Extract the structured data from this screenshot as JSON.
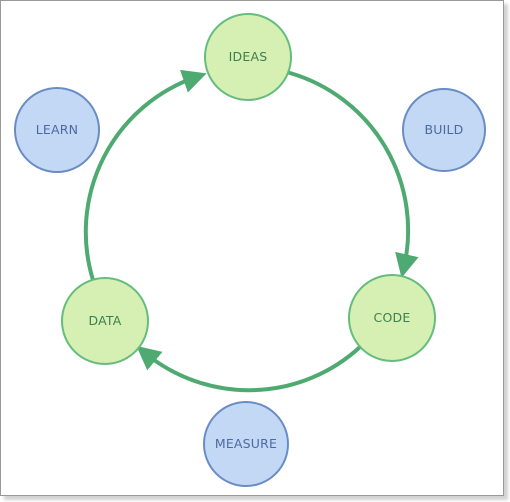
{
  "diagram": {
    "cycle_nodes": [
      {
        "id": "ideas",
        "label": "IDEAS"
      },
      {
        "id": "code",
        "label": "CODE"
      },
      {
        "id": "data",
        "label": "DATA"
      }
    ],
    "outer_nodes": [
      {
        "id": "build",
        "label": "BUILD"
      },
      {
        "id": "measure",
        "label": "MEASURE"
      },
      {
        "id": "learn",
        "label": "LEARN"
      }
    ],
    "colors": {
      "cycle_fill": "#d6efb2",
      "cycle_stroke": "#64bd7e",
      "cycle_text": "#3f7f4f",
      "outer_fill": "#c3d8f5",
      "outer_stroke": "#6a8cc4",
      "outer_text": "#4d6aa0",
      "arrow": "#4faa72"
    }
  }
}
